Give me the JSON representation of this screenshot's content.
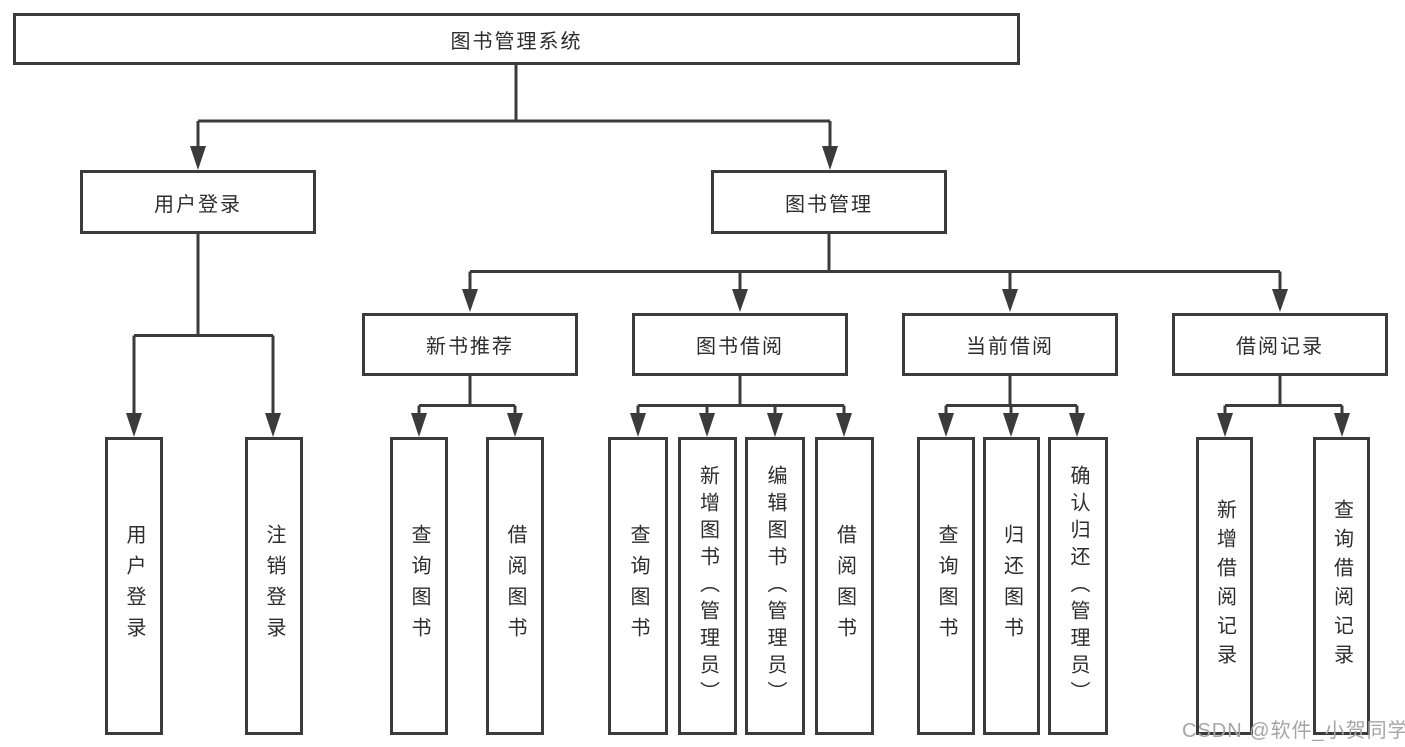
{
  "diagram": {
    "type": "hierarchy",
    "title": "图书管理系统",
    "tree": {
      "label": "图书管理系统",
      "children": [
        {
          "label": "用户登录",
          "children": [
            {
              "label": "用户登录"
            },
            {
              "label": "注销登录"
            }
          ]
        },
        {
          "label": "图书管理",
          "children": [
            {
              "label": "新书推荐",
              "children": [
                {
                  "label": "查询图书"
                },
                {
                  "label": "借阅图书"
                }
              ]
            },
            {
              "label": "图书借阅",
              "children": [
                {
                  "label": "查询图书"
                },
                {
                  "label": "新增图书（管理员）"
                },
                {
                  "label": "编辑图书（管理员）"
                },
                {
                  "label": "借阅图书"
                }
              ]
            },
            {
              "label": "当前借阅",
              "children": [
                {
                  "label": "查询图书"
                },
                {
                  "label": "归还图书"
                },
                {
                  "label": "确认归还（管理员）"
                }
              ]
            },
            {
              "label": "借阅记录",
              "children": [
                {
                  "label": "新增借阅记录"
                },
                {
                  "label": "查询借阅记录"
                }
              ]
            }
          ]
        }
      ]
    }
  },
  "watermark": {
    "text": "CSDN @软件_小贺同学"
  },
  "colors": {
    "line": "#3b3b3b",
    "text": "#2d2d2d",
    "background": "#ffffff",
    "watermark": "#a6a6a6"
  }
}
